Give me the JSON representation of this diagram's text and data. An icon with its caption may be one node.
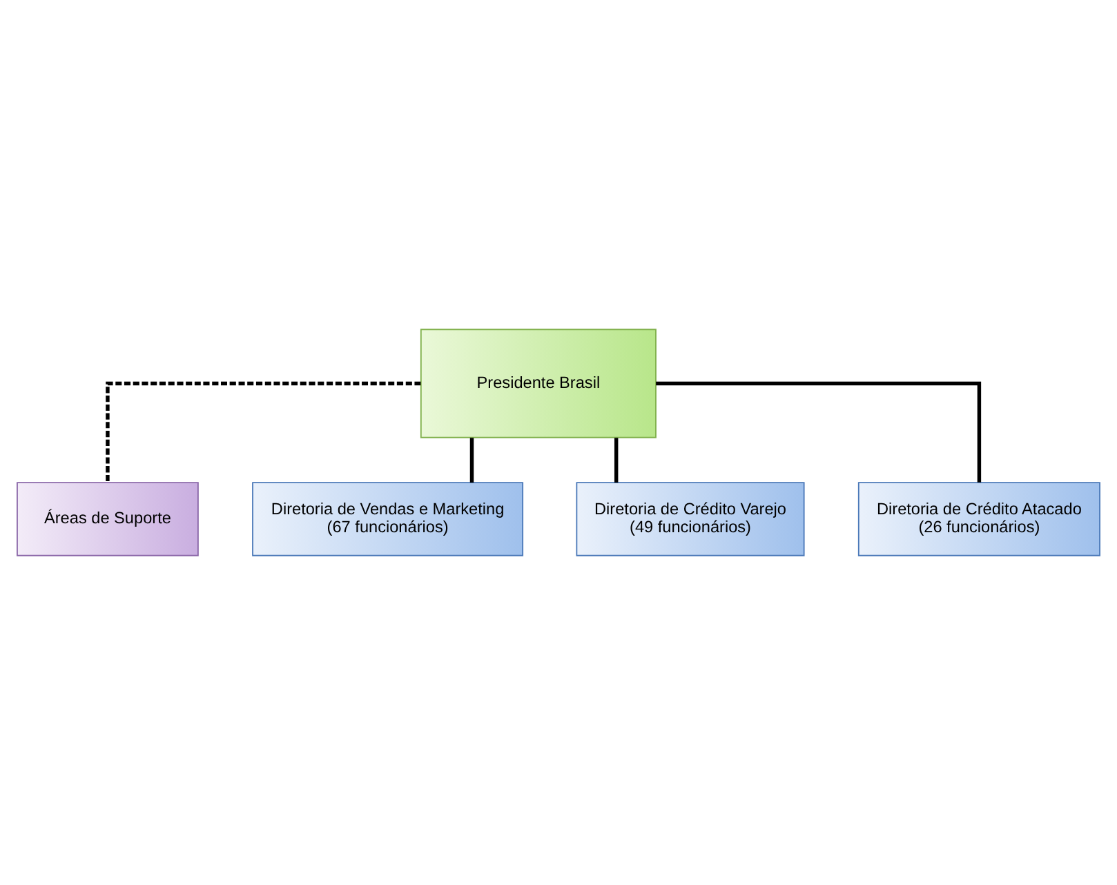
{
  "diagram": {
    "nodes": [
      {
        "text": [
          "Presidente Brasil"
        ]
      },
      {
        "text": [
          "Áreas de Suporte"
        ]
      },
      {
        "text": [
          "Diretoria de Vendas e Marketing",
          "(67 funcionários)"
        ]
      },
      {
        "text": [
          "Diretoria de Crédito Varejo",
          "(49 funcionários)"
        ]
      },
      {
        "text": [
          "Diretoria de Crédito Atacado",
          "(26 funcionários)"
        ]
      }
    ],
    "edges": [
      {
        "from": 0,
        "to": 1,
        "arrow": "none",
        "style": "dashed"
      },
      {
        "from": 0,
        "to": 2,
        "arrow": "none"
      },
      {
        "from": 0,
        "to": 3,
        "arrow": "none"
      },
      {
        "from": 0,
        "to": 4,
        "arrow": "none"
      }
    ]
  }
}
